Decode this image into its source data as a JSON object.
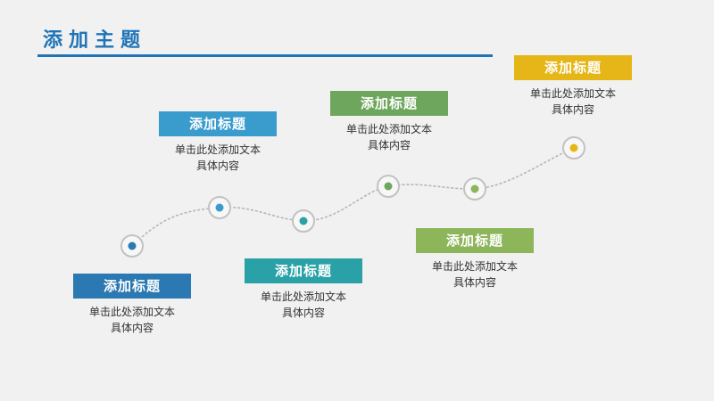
{
  "page": {
    "title": "添加主题"
  },
  "colors": {
    "title": "#1f74b7",
    "background": "#f1f1f1",
    "curve": "#b5b5b5",
    "ring": "#c2c2c2"
  },
  "items": [
    {
      "label": "添加标题",
      "desc_line1": "单击此处添加文本",
      "desc_line2": "具体内容",
      "color": "#2b79b2"
    },
    {
      "label": "添加标题",
      "desc_line1": "单击此处添加文本",
      "desc_line2": "具体内容",
      "color": "#3a9bcd"
    },
    {
      "label": "添加标题",
      "desc_line1": "单击此处添加文本",
      "desc_line2": "具体内容",
      "color": "#2aa1a7"
    },
    {
      "label": "添加标题",
      "desc_line1": "单击此处添加文本",
      "desc_line2": "具体内容",
      "color": "#6fa65d"
    },
    {
      "label": "添加标题",
      "desc_line1": "单击此处添加文本",
      "desc_line2": "具体内容",
      "color": "#8db559"
    },
    {
      "label": "添加标题",
      "desc_line1": "单击此处添加文本",
      "desc_line2": "具体内容",
      "color": "#e6b619"
    }
  ]
}
